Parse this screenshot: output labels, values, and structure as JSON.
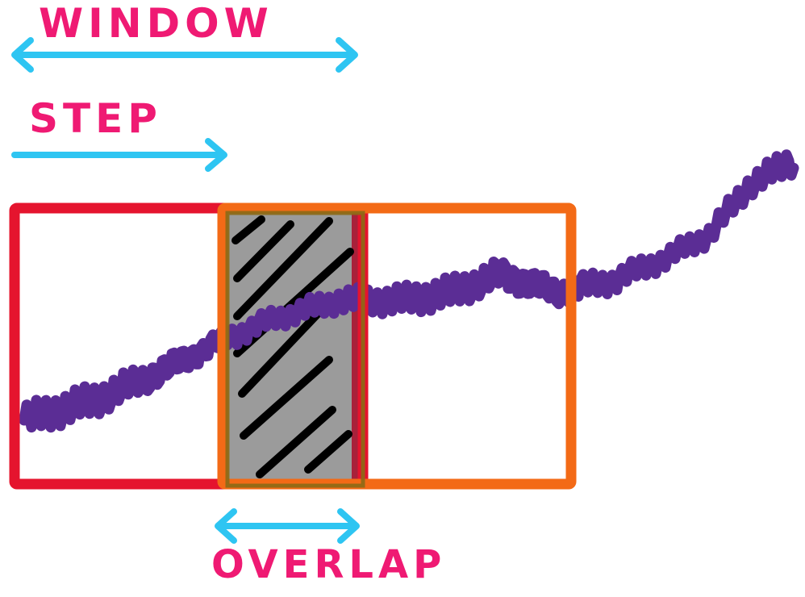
{
  "labels": {
    "window": "WINDOW",
    "step": "STEP",
    "overlap": "OVERLAP"
  },
  "colors": {
    "label_text": "#ef1a73",
    "arrow": "#2ec5f2",
    "window_1": "#e5142e",
    "window_2": "#f36a16",
    "overlap_fill": "#9b9b9b",
    "overlap_edge": "#a8213a",
    "overlap_border": "#8b6a16",
    "hatch": "#000000",
    "signal": "#5b2d95"
  },
  "icons": {
    "arrow": "double-headed-arrow",
    "step_arrow": "single-headed-arrow",
    "hatch": "diagonal-hatch"
  }
}
